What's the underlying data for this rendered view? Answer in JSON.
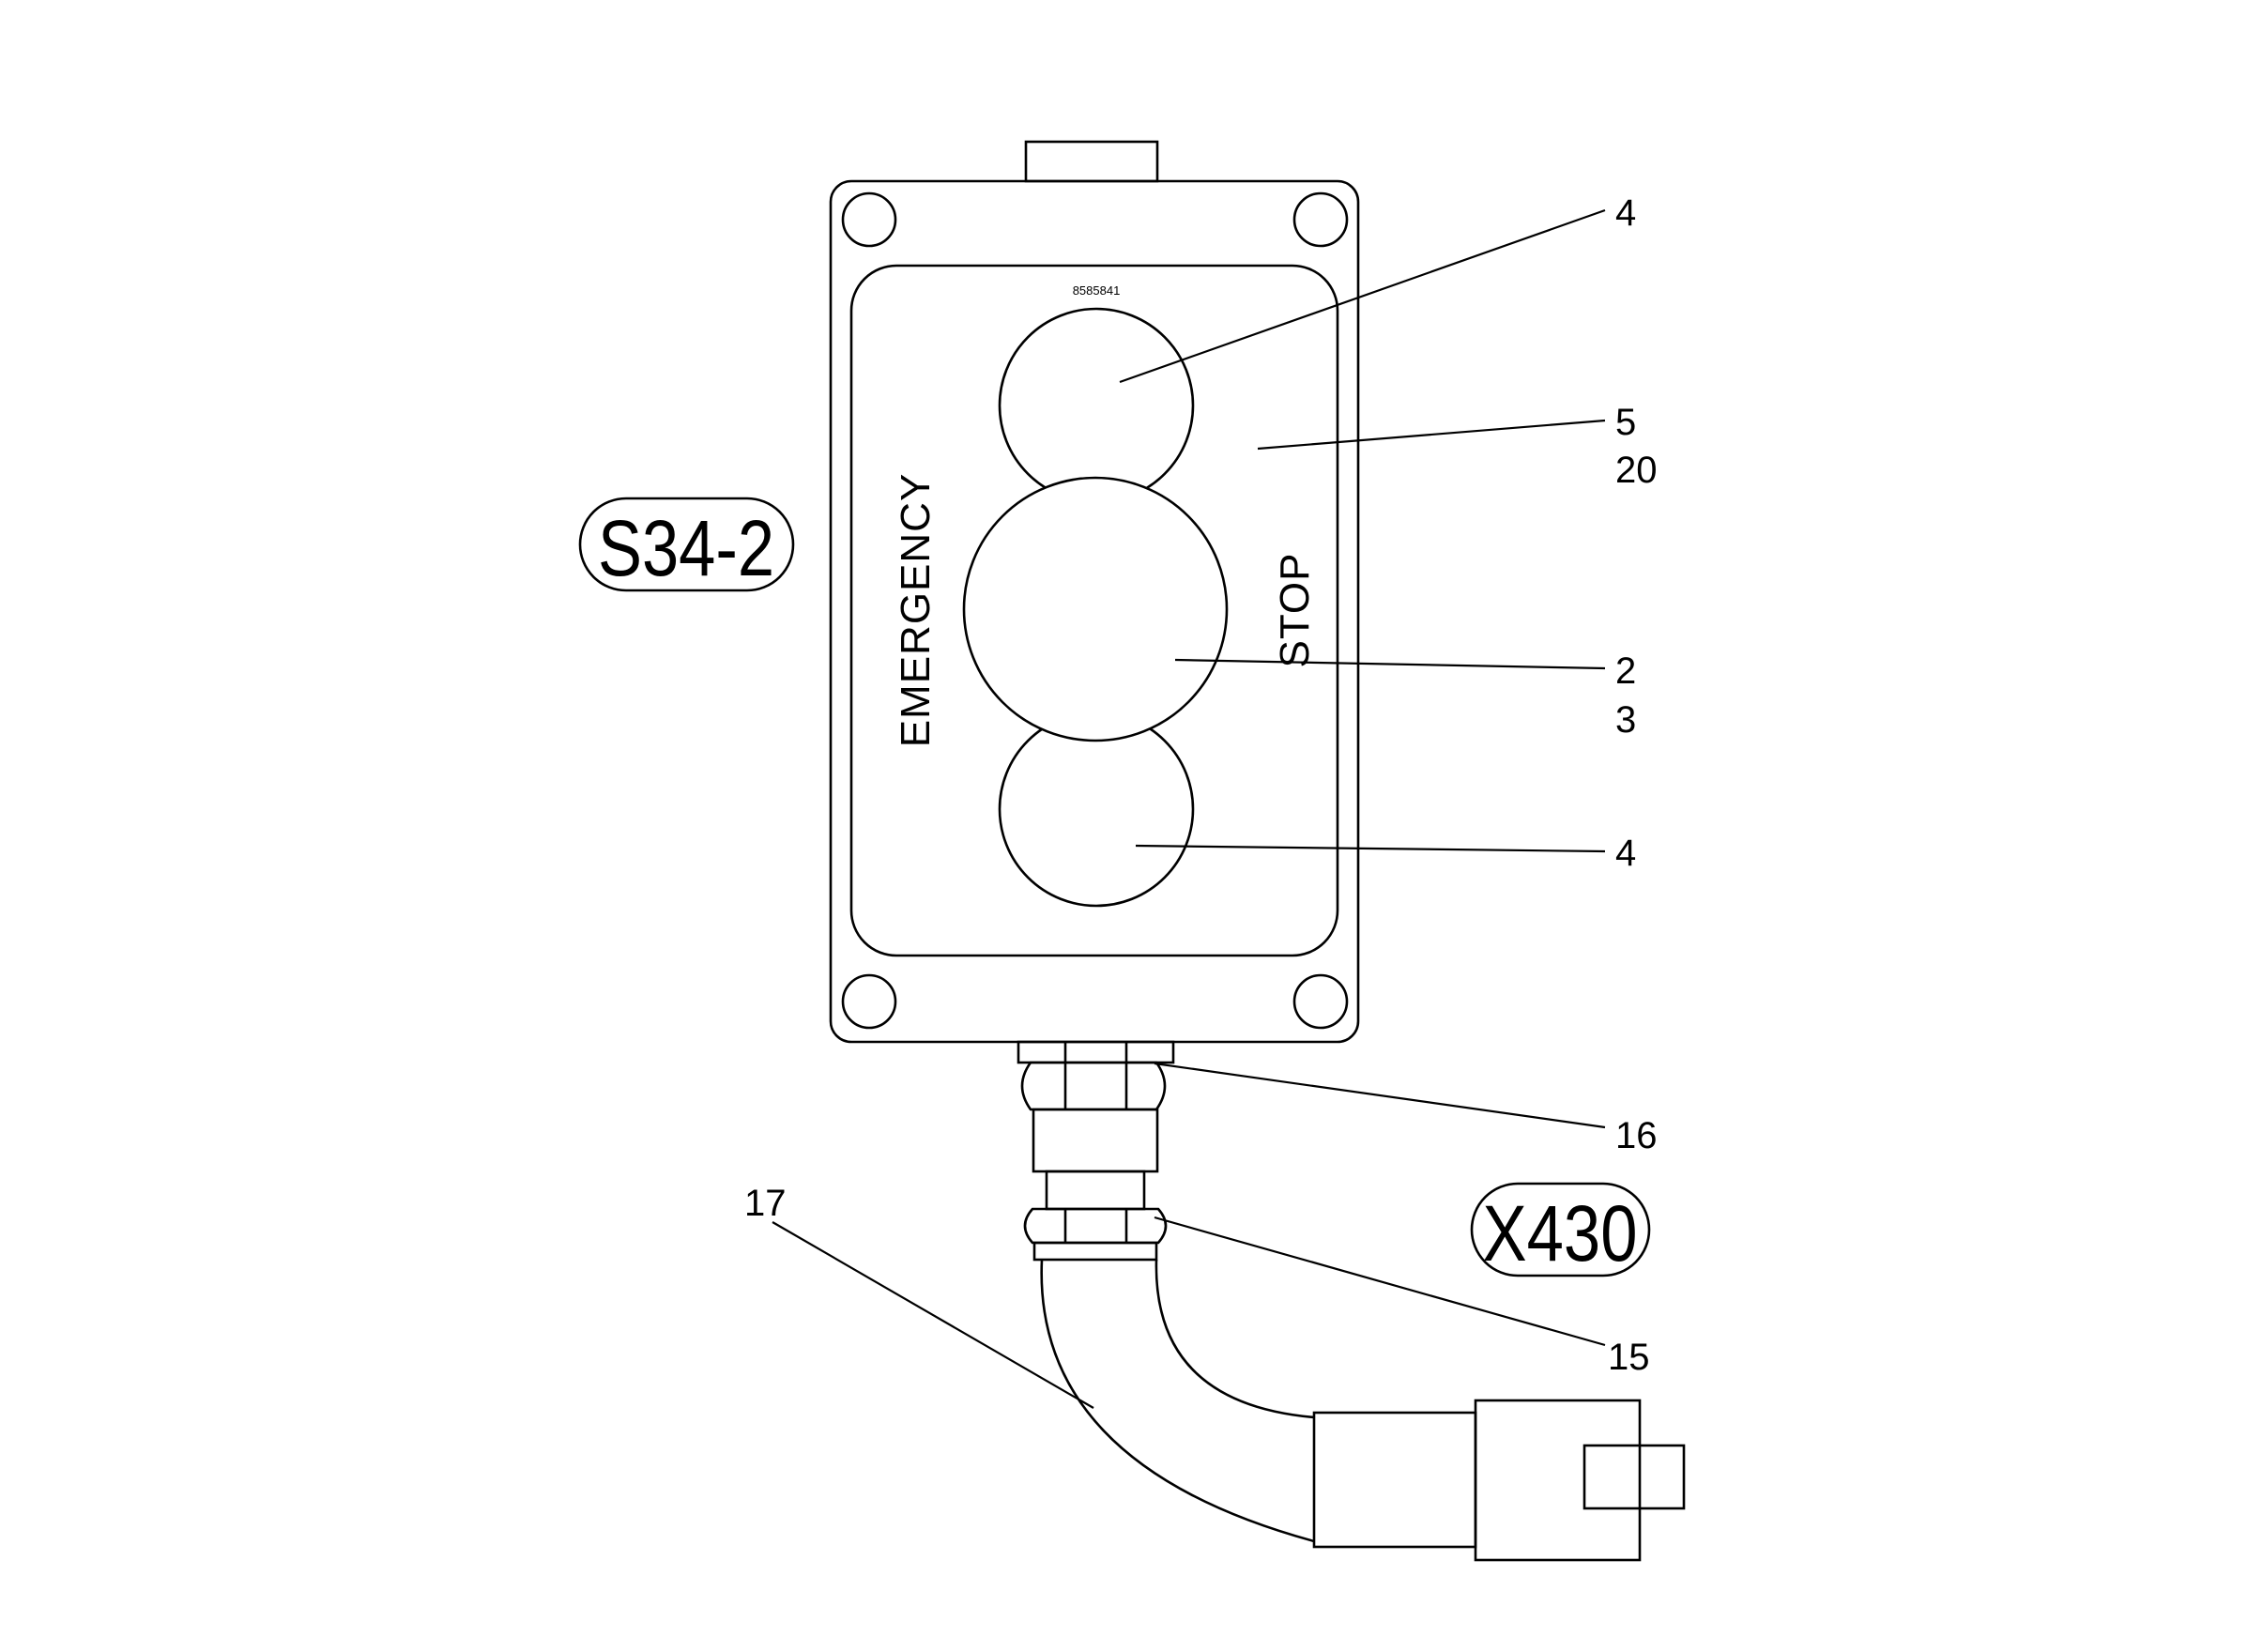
{
  "diagram": {
    "panel_legend_left": "EMERGENCY",
    "panel_legend_right": "STOP",
    "panel_code": "8585841",
    "tags": {
      "switch": "S34-2",
      "connector": "X430"
    },
    "callouts": {
      "top_button": "4",
      "plate_a": "5",
      "plate_b": "20",
      "estop_a": "2",
      "estop_b": "3",
      "bottom_button": "4",
      "gland": "16",
      "nut": "15",
      "cable": "17"
    }
  }
}
